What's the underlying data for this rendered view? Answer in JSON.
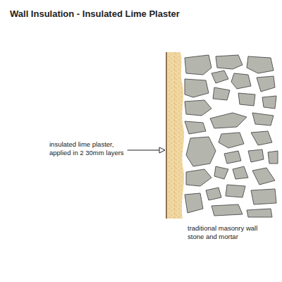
{
  "diagram": {
    "title": "Wall Insulation - Insulated Lime Plaster",
    "labels": [
      "insulated lime plaster, applied in 2 30mm layers",
      "traditional masonry wall stone and mortar"
    ]
  }
}
